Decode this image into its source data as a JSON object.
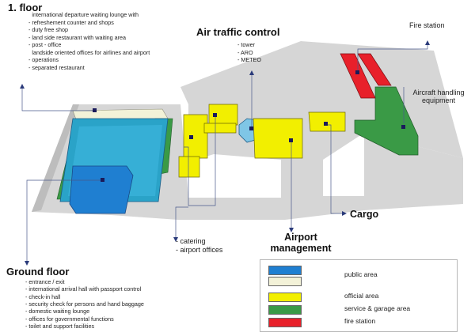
{
  "colors": {
    "public": "#1f7fd1",
    "public_light": "#f3f2d8",
    "official": "#f2ef00",
    "service": "#3a9a46",
    "fire": "#e8202a",
    "ground": "#d6d6d6",
    "gray_face": "#9fa1a3",
    "leader": "#2a3a7a"
  },
  "first_floor": {
    "title": "1. floor",
    "items": [
      "international departure waiting lounge with refreshement counter and shops",
      "duty free shop",
      "land side restaurant with waiting area",
      "post - office",
      "landside oriented offices for airlines and airport operations",
      "separated restaurant"
    ]
  },
  "air_traffic_control": {
    "title": "Air traffic control",
    "items": [
      "tower",
      "ARO",
      "METEO"
    ]
  },
  "fire_station": {
    "title": "Fire station"
  },
  "aircraft_handling": {
    "title": "Aircraft handling equipment"
  },
  "catering": {
    "items": [
      "catering",
      "airport offices"
    ]
  },
  "airport_management": {
    "title": "Airport management"
  },
  "cargo": {
    "title": "Cargo"
  },
  "ground_floor": {
    "title": "Ground floor",
    "items": [
      "entrance / exit",
      "international arrival hall with passport control",
      "check-in hall",
      "security check for persons and hand baggage",
      "domestic waiting lounge",
      "offices for governmental functions",
      "toilet and support facilities"
    ]
  },
  "legend": {
    "items": [
      {
        "label": "public area",
        "color": "#1f7fd1"
      },
      {
        "label": "public area",
        "color": "#f3f2d8"
      },
      {
        "label": "official area",
        "color": "#f2ef00"
      },
      {
        "label": "service & garage area",
        "color": "#3a9a46"
      },
      {
        "label": "fire station",
        "color": "#e8202a"
      }
    ]
  }
}
